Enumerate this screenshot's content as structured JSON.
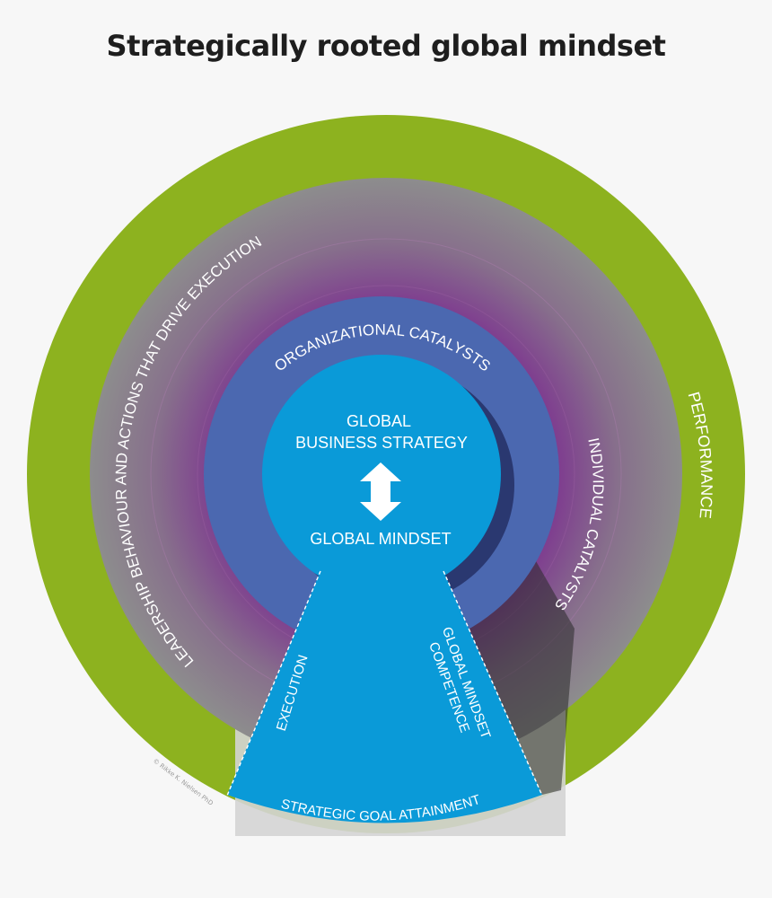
{
  "title": "Strategically rooted global mindset",
  "labels": {
    "performance": "PERFORMANCE",
    "leadership": "LEADERSHIP BEHAVIOUR AND ACTIONS THAT DRIVE EXECUTION",
    "organizational_catalysts": "ORGANIZATIONAL CATALYSTS",
    "individual_catalysts": "INDIVIDUAL CATALYSTS",
    "core_top_line1": "GLOBAL",
    "core_top_line2": "BUSINESS STRATEGY",
    "core_bottom": "GLOBAL MINDSET",
    "execution": "EXECUTION",
    "competence_line1": "GLOBAL MINDSET",
    "competence_line2": "COMPETENCE",
    "strategic_goal": "STRATEGIC GOAL ATTAINMENT",
    "copyright": "© Rikke K. Nielsen PhD"
  },
  "colors": {
    "performance_ring": "#8db21f",
    "gradient_ring_inner": "#7d2a8f",
    "gradient_ring_outer": "#8a8a8a",
    "catalyst_ring": "#4b68b0",
    "core": "#0a9ad8",
    "title": "#1e1e1e"
  },
  "icons": {
    "arrow": "double-vertical-arrow-icon"
  }
}
